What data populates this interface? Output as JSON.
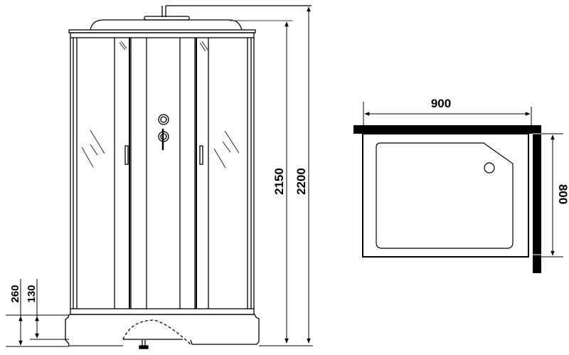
{
  "diagram": {
    "subject": "Shower cabin technical drawing",
    "front_view": {
      "label": "front-elevation",
      "dimensions": {
        "total_height": "2200",
        "cabin_height": "2150",
        "tray_height": "260",
        "tray_inner_height": "130"
      }
    },
    "top_view": {
      "label": "plan-view",
      "dimensions": {
        "width": "900",
        "depth": "800"
      }
    },
    "colors": {
      "line": "#000000",
      "background": "#ffffff"
    }
  }
}
